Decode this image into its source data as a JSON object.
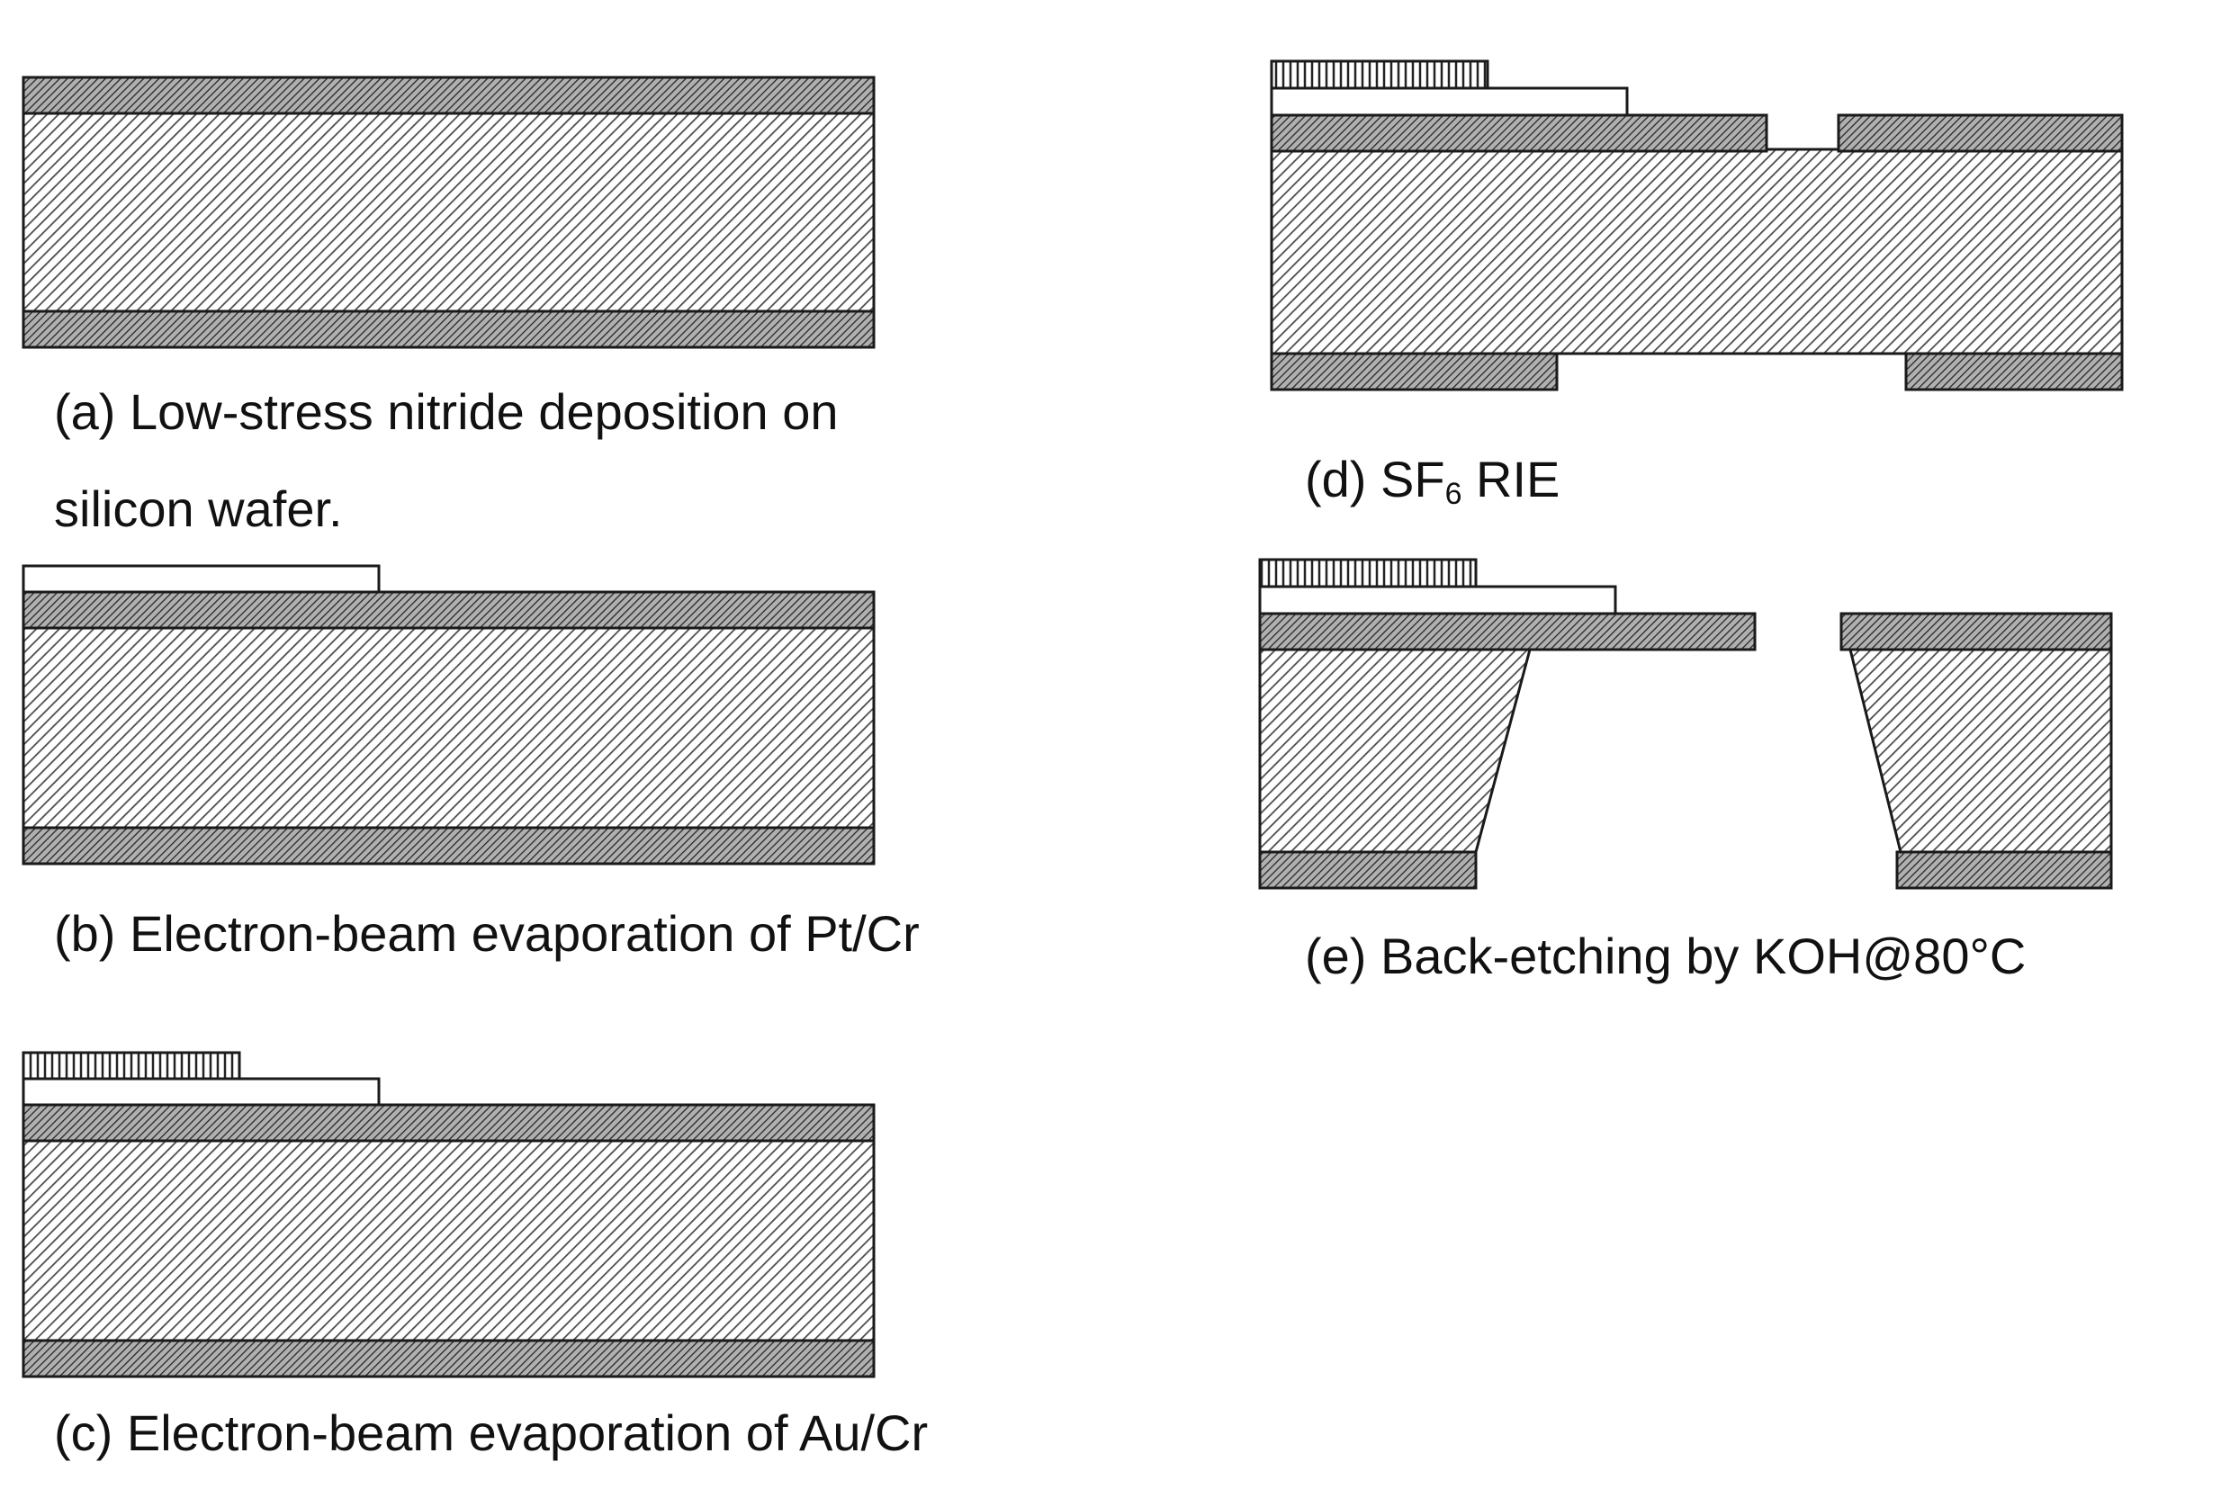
{
  "colors": {
    "background": "#ffffff",
    "outline": "#1a1a1a",
    "nitride_fill": "#8c8c8c",
    "silicon_hatch": "#555555",
    "ptcr_fill": "#ffffff",
    "aucr_fill": "#ffffff"
  },
  "steps": {
    "a": {
      "caption_line1": "(a) Low-stress nitride deposition on",
      "caption_line2": "silicon wafer."
    },
    "b": {
      "caption": "(b) Electron-beam evaporation of Pt/Cr"
    },
    "c": {
      "caption": "(c) Electron-beam evaporation of Au/Cr"
    },
    "d": {
      "caption_prefix": "(d) SF",
      "caption_subscript": "6",
      "caption_suffix": " RIE"
    },
    "e": {
      "caption": "(e) Back-etching by KOH@80°C"
    }
  }
}
